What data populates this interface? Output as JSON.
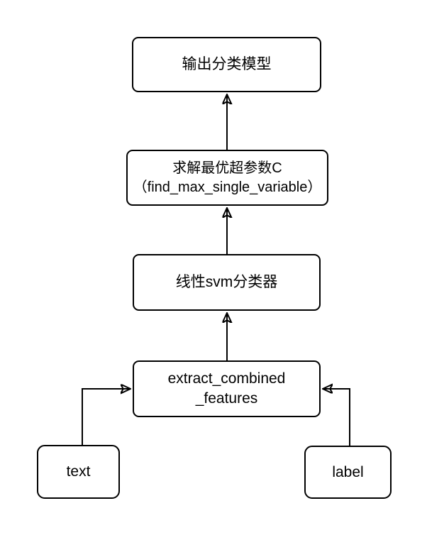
{
  "diagram": {
    "title": "svm-training-flowchart",
    "colors": {
      "stroke": "#000000",
      "node_fill": "#ffffff",
      "background": "#ffffff"
    },
    "nodes": {
      "output_model": {
        "label": "输出分类模型"
      },
      "find_max": {
        "line1": "求解最优超参数C",
        "line2": "（find_max_single_variable）"
      },
      "svm_classifier": {
        "label": "线性svm分类器"
      },
      "extract_features": {
        "line1": "extract_combined",
        "line2": "_features"
      },
      "text_input": {
        "label": "text"
      },
      "label_input": {
        "label": "label"
      }
    },
    "edges": [
      {
        "from": "find_max",
        "to": "output_model"
      },
      {
        "from": "svm_classifier",
        "to": "find_max"
      },
      {
        "from": "extract_features",
        "to": "svm_classifier"
      },
      {
        "from": "text_input",
        "to": "extract_features"
      },
      {
        "from": "label_input",
        "to": "extract_features"
      }
    ]
  }
}
